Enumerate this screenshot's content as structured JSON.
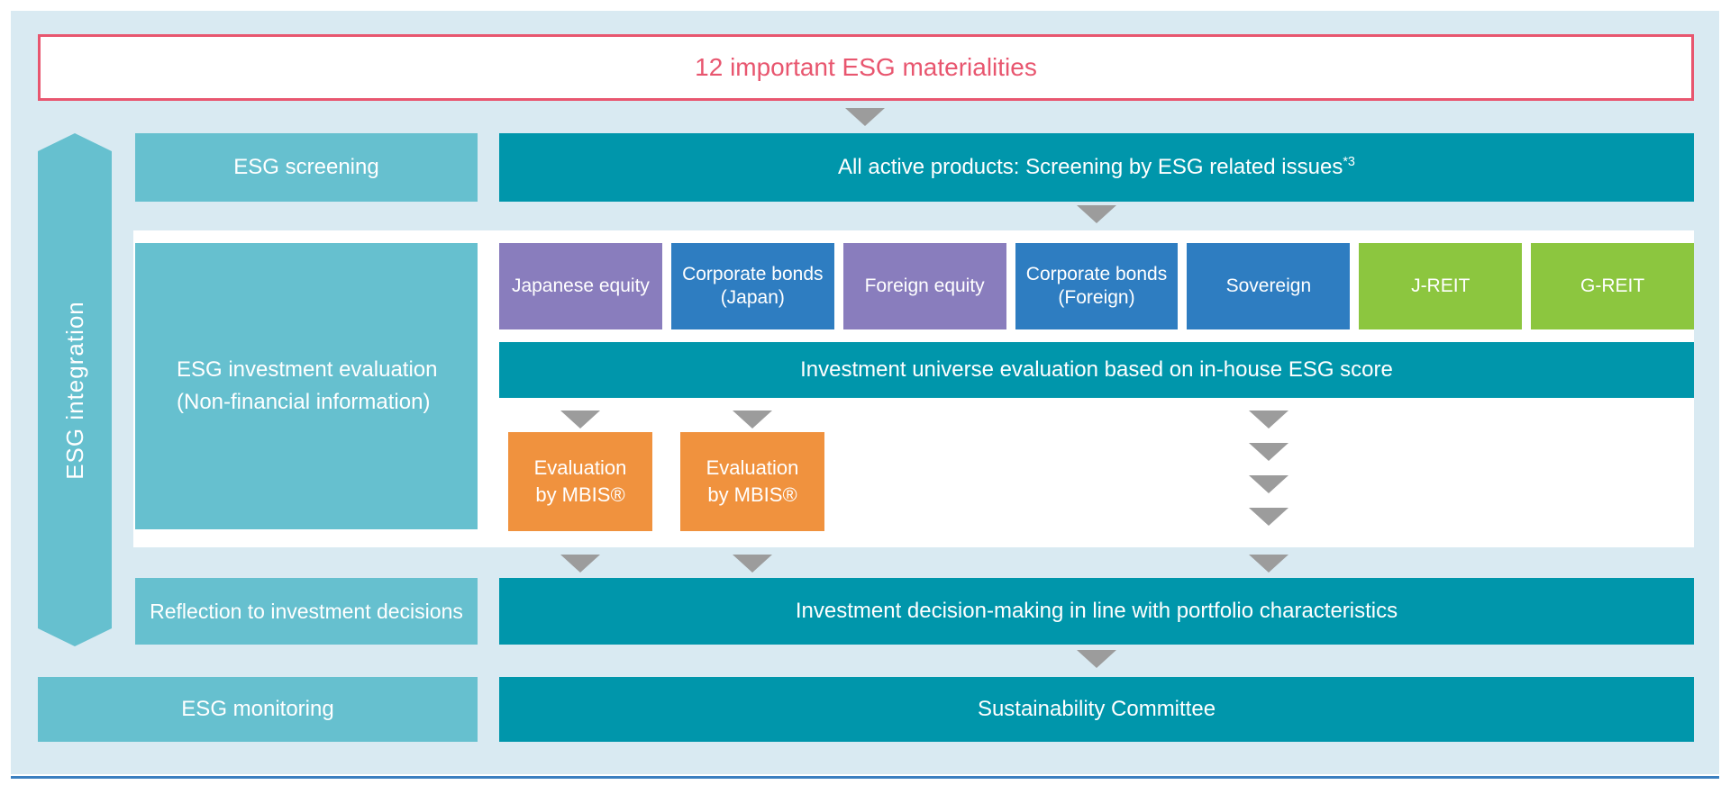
{
  "colors": {
    "page_bg": "#ffffff",
    "panel_bg": "#d9eaf2",
    "teal_dark": "#0096ab",
    "teal_light": "#66c0cf",
    "purple": "#897dbd",
    "blue": "#2e7dc1",
    "green": "#8cc63f",
    "orange": "#f0923e",
    "gray_arrow": "#9c9c9c",
    "pink": "#e8566f",
    "footer_rule": "#3b7fc0"
  },
  "header": {
    "title": "12 important ESG materialities"
  },
  "side_banner": {
    "label": "ESG integration"
  },
  "screening": {
    "label": "ESG screening",
    "bar_text": "All active products: Screening by ESG related issues",
    "bar_sup": "*3"
  },
  "evaluation": {
    "label_line1": "ESG investment evaluation",
    "label_line2": "(Non-financial information)",
    "products": [
      {
        "label": "Japanese equity",
        "color": "purple"
      },
      {
        "label": "Corporate bonds (Japan)",
        "color": "blue"
      },
      {
        "label": "Foreign equity",
        "color": "purple"
      },
      {
        "label": "Corporate bonds (Foreign)",
        "color": "blue"
      },
      {
        "label": "Sovereign",
        "color": "blue"
      },
      {
        "label": "J-REIT",
        "color": "green"
      },
      {
        "label": "G-REIT",
        "color": "green"
      }
    ],
    "universe_bar": "Investment universe evaluation based on in-house ESG score",
    "mbis_boxes": [
      {
        "line1": "Evaluation",
        "line2": "by MBIS®"
      },
      {
        "line1": "Evaluation",
        "line2": "by MBIS®"
      }
    ]
  },
  "reflection": {
    "label": "Reflection to investment decisions",
    "bar": "Investment decision-making in line with portfolio characteristics"
  },
  "monitoring": {
    "label": "ESG monitoring",
    "bar": "Sustainability Committee"
  }
}
